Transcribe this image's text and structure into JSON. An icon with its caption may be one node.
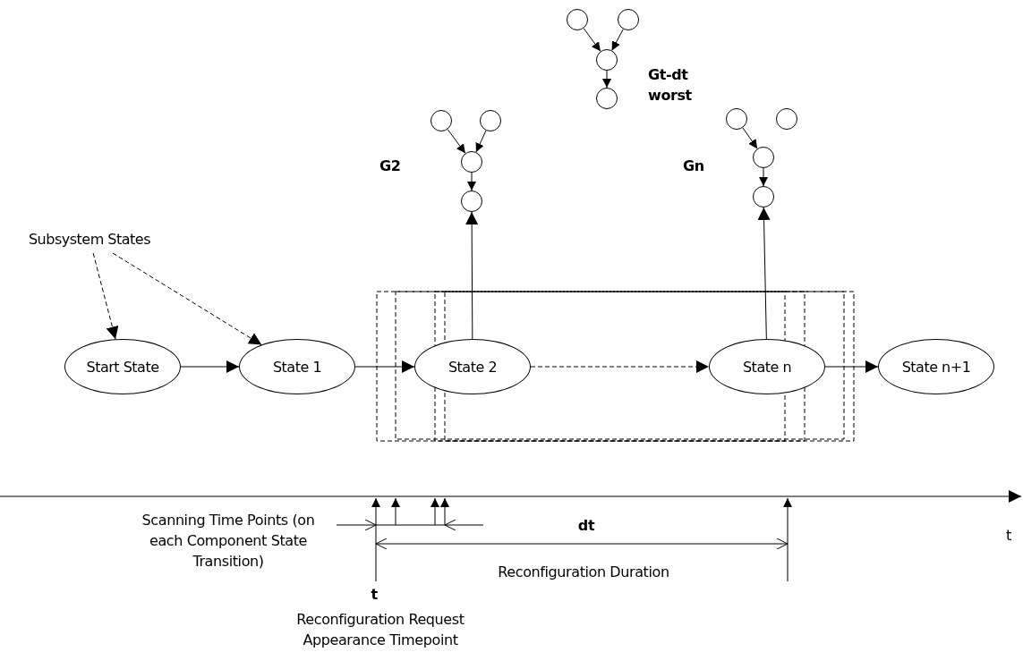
{
  "diagram": {
    "nodes": [
      {
        "text": [
          "Subsystem States"
        ]
      },
      {
        "text": [
          "Start State"
        ]
      },
      {
        "text": [
          "State 1"
        ]
      },
      {
        "text": [
          "State 2"
        ]
      },
      {
        "text": [
          "State n"
        ]
      },
      {
        "text": [
          "State n+1"
        ]
      },
      {
        "text": [],
        "shape": "circle"
      },
      {
        "text": [],
        "shape": "circle"
      },
      {
        "text": [],
        "shape": "circle"
      },
      {
        "text": [],
        "shape": "circle"
      },
      {
        "text": [],
        "shape": "circle"
      },
      {
        "text": [],
        "shape": "circle"
      },
      {
        "text": [],
        "shape": "circle"
      },
      {
        "text": [],
        "shape": "circle"
      },
      {
        "text": [],
        "shape": "circle"
      },
      {
        "text": [],
        "shape": "circle"
      },
      {
        "text": [],
        "shape": "circle"
      },
      {
        "text": [],
        "shape": "circle"
      }
    ],
    "edges": [
      {
        "from": 0,
        "to": 1,
        "arrow": "to",
        "style": "dashed"
      },
      {
        "from": 0,
        "to": 2,
        "arrow": "to",
        "style": "dashed"
      },
      {
        "from": 1,
        "to": 2,
        "arrow": "to"
      },
      {
        "from": 2,
        "to": 3,
        "arrow": "to"
      },
      {
        "from": 3,
        "to": 4,
        "arrow": "to",
        "style": "dashed"
      },
      {
        "from": 4,
        "to": 5,
        "arrow": "to"
      },
      {
        "from": 3,
        "to": 9,
        "arrow": "to"
      },
      {
        "from": 4,
        "to": 17,
        "arrow": "to"
      },
      {
        "from": 6,
        "to": 8,
        "arrow": "to"
      },
      {
        "from": 7,
        "to": 8,
        "arrow": "to"
      },
      {
        "from": 8,
        "to": 9,
        "arrow": "to"
      },
      {
        "from": 10,
        "to": 12,
        "arrow": "to"
      },
      {
        "from": 11,
        "to": 12,
        "arrow": "to"
      },
      {
        "from": 12,
        "to": 13,
        "arrow": "to"
      },
      {
        "from": 14,
        "to": 16,
        "arrow": "to"
      },
      {
        "from": 16,
        "to": 17,
        "arrow": "to"
      }
    ],
    "labels": [
      "Gt-dt worst",
      "G2",
      "Gn",
      "dt",
      "t",
      "Scanning Time Points (on each Component State Transition)",
      "Reconfiguration Duration",
      "t",
      "Reconfiguration Request Appearance Timepoint"
    ]
  }
}
